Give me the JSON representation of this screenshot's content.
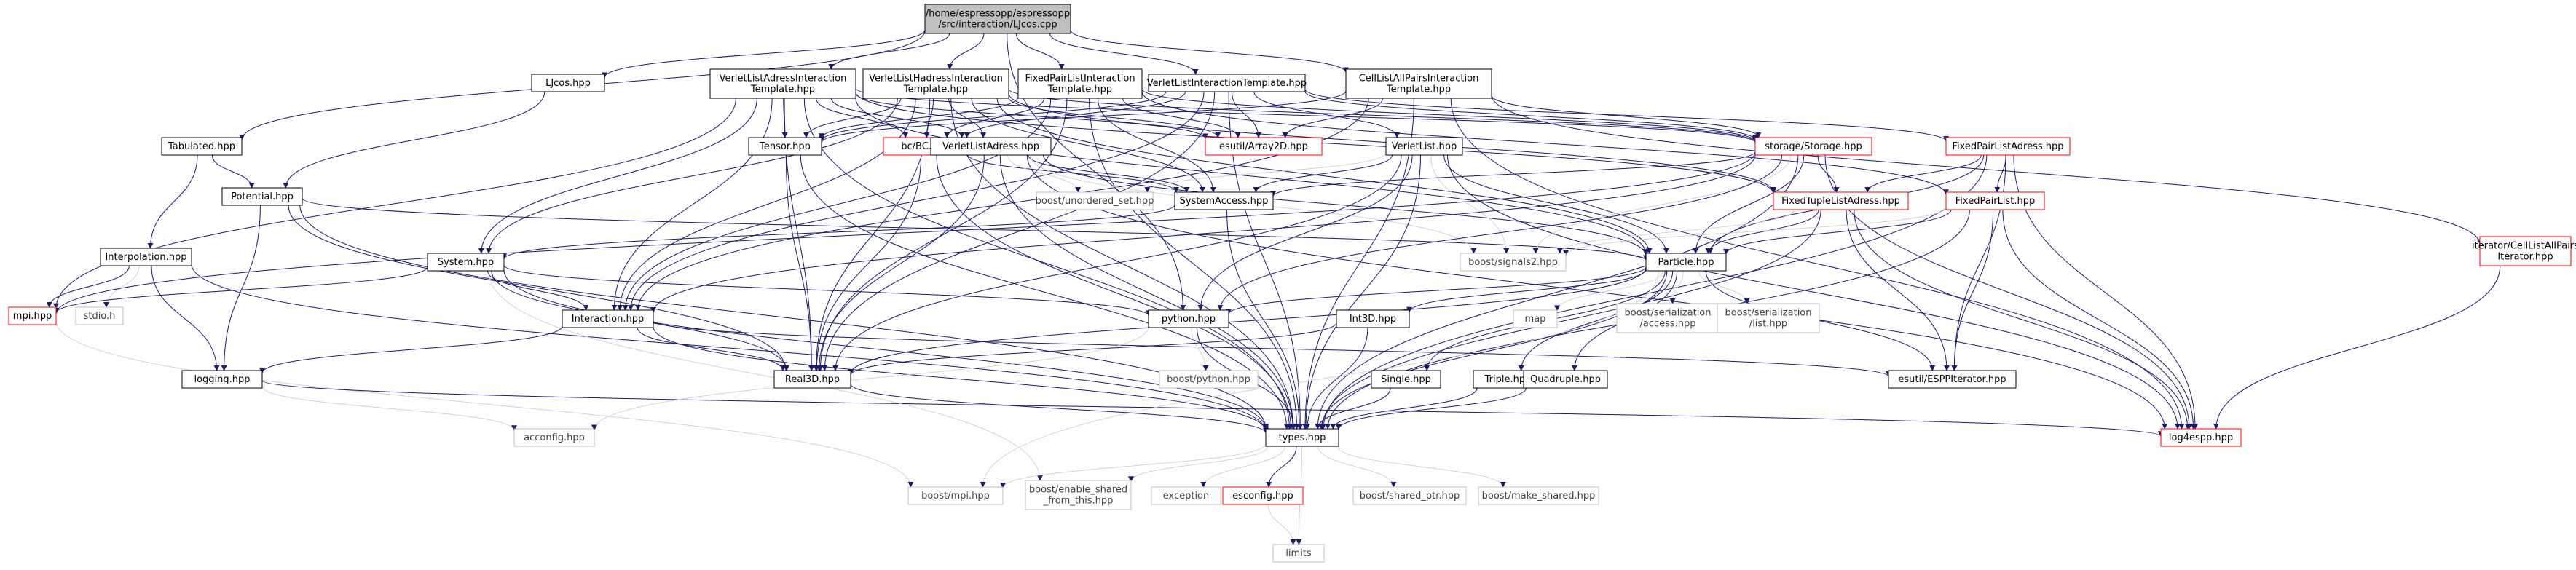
{
  "graph": {
    "colors": {
      "edge": "#191970",
      "edge_external": "#d3d3d3",
      "root_fill": "#bfbfbf",
      "node_border": "#000000",
      "node_border_truncated": "#ff0000",
      "node_border_external": "#bfbfbf",
      "text": "#000000",
      "text_external": "#404040"
    },
    "nodes": [
      {
        "id": "root",
        "lines": [
          "/home/espressopp/espressopp",
          "/src/interaction/LJcos.cpp"
        ],
        "kind": "root"
      },
      {
        "id": "ljcos",
        "lines": [
          "LJcos.hpp"
        ],
        "kind": "normal"
      },
      {
        "id": "vlait",
        "lines": [
          "VerletListAdressInteraction",
          "Template.hpp"
        ],
        "kind": "normal"
      },
      {
        "id": "vlhait",
        "lines": [
          "VerletListHadressInteraction",
          "Template.hpp"
        ],
        "kind": "normal"
      },
      {
        "id": "fplit",
        "lines": [
          "FixedPairListInteraction",
          "Template.hpp"
        ],
        "kind": "normal"
      },
      {
        "id": "vlit",
        "lines": [
          "VerletListInteractionTemplate.hpp"
        ],
        "kind": "normal"
      },
      {
        "id": "clapit",
        "lines": [
          "CellListAllPairsInteraction",
          "Template.hpp"
        ],
        "kind": "normal"
      },
      {
        "id": "tabulated",
        "lines": [
          "Tabulated.hpp"
        ],
        "kind": "normal"
      },
      {
        "id": "potential",
        "lines": [
          "Potential.hpp"
        ],
        "kind": "normal"
      },
      {
        "id": "interpolation",
        "lines": [
          "Interpolation.hpp"
        ],
        "kind": "normal"
      },
      {
        "id": "mpi",
        "lines": [
          "mpi.hpp"
        ],
        "kind": "truncated"
      },
      {
        "id": "stdio",
        "lines": [
          "stdio.h"
        ],
        "kind": "external"
      },
      {
        "id": "logging",
        "lines": [
          "logging.hpp"
        ],
        "kind": "normal"
      },
      {
        "id": "acconfig",
        "lines": [
          "acconfig.hpp"
        ],
        "kind": "external"
      },
      {
        "id": "boostmpi",
        "lines": [
          "boost/mpi.hpp"
        ],
        "kind": "external"
      },
      {
        "id": "tensor",
        "lines": [
          "Tensor.hpp"
        ],
        "kind": "normal"
      },
      {
        "id": "bc",
        "lines": [
          "bc/BC.hpp"
        ],
        "kind": "truncated"
      },
      {
        "id": "array2d",
        "lines": [
          "esutil/Array2D.hpp"
        ],
        "kind": "truncated"
      },
      {
        "id": "vladress",
        "lines": [
          "VerletListAdress.hpp"
        ],
        "kind": "normal"
      },
      {
        "id": "verletlist",
        "lines": [
          "VerletList.hpp"
        ],
        "kind": "normal"
      },
      {
        "id": "storage",
        "lines": [
          "storage/Storage.hpp"
        ],
        "kind": "truncated"
      },
      {
        "id": "fpladress",
        "lines": [
          "FixedPairListAdress.hpp"
        ],
        "kind": "truncated"
      },
      {
        "id": "iterator",
        "lines": [
          "iterator/CellListAllPairs",
          "Iterator.hpp"
        ],
        "kind": "truncated"
      },
      {
        "id": "unordered",
        "lines": [
          "boost/unordered_set.hpp"
        ],
        "kind": "external"
      },
      {
        "id": "sysaccess",
        "lines": [
          "SystemAccess.hpp"
        ],
        "kind": "normal"
      },
      {
        "id": "ftla",
        "lines": [
          "FixedTupleListAdress.hpp"
        ],
        "kind": "truncated"
      },
      {
        "id": "fpl",
        "lines": [
          "FixedPairList.hpp"
        ],
        "kind": "truncated"
      },
      {
        "id": "system",
        "lines": [
          "System.hpp"
        ],
        "kind": "normal"
      },
      {
        "id": "signals2",
        "lines": [
          "boost/signals2.hpp"
        ],
        "kind": "external"
      },
      {
        "id": "particle",
        "lines": [
          "Particle.hpp"
        ],
        "kind": "normal"
      },
      {
        "id": "interaction",
        "lines": [
          "Interaction.hpp"
        ],
        "kind": "normal"
      },
      {
        "id": "python",
        "lines": [
          "python.hpp"
        ],
        "kind": "normal"
      },
      {
        "id": "int3d",
        "lines": [
          "Int3D.hpp"
        ],
        "kind": "normal"
      },
      {
        "id": "map",
        "lines": [
          "map"
        ],
        "kind": "external"
      },
      {
        "id": "bsaccess",
        "lines": [
          "boost/serialization",
          "/access.hpp"
        ],
        "kind": "external"
      },
      {
        "id": "bslist",
        "lines": [
          "boost/serialization",
          "/list.hpp"
        ],
        "kind": "external"
      },
      {
        "id": "boostpython",
        "lines": [
          "boost/python.hpp"
        ],
        "kind": "external"
      },
      {
        "id": "real3d",
        "lines": [
          "Real3D.hpp"
        ],
        "kind": "normal"
      },
      {
        "id": "single",
        "lines": [
          "Single.hpp"
        ],
        "kind": "normal"
      },
      {
        "id": "triple",
        "lines": [
          "Triple.hpp"
        ],
        "kind": "normal"
      },
      {
        "id": "quadruple",
        "lines": [
          "Quadruple.hpp"
        ],
        "kind": "normal"
      },
      {
        "id": "esppiter",
        "lines": [
          "esutil/ESPPIterator.hpp"
        ],
        "kind": "normal"
      },
      {
        "id": "types",
        "lines": [
          "types.hpp"
        ],
        "kind": "normal"
      },
      {
        "id": "log4espp",
        "lines": [
          "log4espp.hpp"
        ],
        "kind": "truncated"
      },
      {
        "id": "enableshared",
        "lines": [
          "boost/enable_shared",
          "_from_this.hpp"
        ],
        "kind": "external"
      },
      {
        "id": "exception",
        "lines": [
          "exception"
        ],
        "kind": "external"
      },
      {
        "id": "esconfig",
        "lines": [
          "esconfig.hpp"
        ],
        "kind": "truncated"
      },
      {
        "id": "sharedptr",
        "lines": [
          "boost/shared_ptr.hpp"
        ],
        "kind": "external"
      },
      {
        "id": "makeshared",
        "lines": [
          "boost/make_shared.hpp"
        ],
        "kind": "external"
      },
      {
        "id": "limits",
        "lines": [
          "limits"
        ],
        "kind": "external"
      }
    ],
    "edges": [
      [
        "root",
        "ljcos"
      ],
      [
        "root",
        "vlait"
      ],
      [
        "root",
        "vlhait"
      ],
      [
        "root",
        "fplit"
      ],
      [
        "root",
        "vlit"
      ],
      [
        "root",
        "clapit"
      ],
      [
        "root",
        "tabulated"
      ],
      [
        "root",
        "python"
      ],
      [
        "ljcos",
        "potential"
      ],
      [
        "tabulated",
        "potential"
      ],
      [
        "tabulated",
        "interpolation"
      ],
      [
        "potential",
        "logging"
      ],
      [
        "potential",
        "types"
      ],
      [
        "potential",
        "real3d"
      ],
      [
        "potential",
        "particle"
      ],
      [
        "interpolation",
        "mpi"
      ],
      [
        "interpolation",
        "stdio"
      ],
      [
        "interpolation",
        "logging"
      ],
      [
        "interpolation",
        "types"
      ],
      [
        "mpi",
        "boostmpi"
      ],
      [
        "logging",
        "acconfig"
      ],
      [
        "logging",
        "log4espp"
      ],
      [
        "vlait",
        "mpi"
      ],
      [
        "vlait",
        "types"
      ],
      [
        "vlait",
        "interaction"
      ],
      [
        "vlait",
        "real3d"
      ],
      [
        "vlait",
        "tensor"
      ],
      [
        "vlait",
        "particle"
      ],
      [
        "vlait",
        "vladress"
      ],
      [
        "vlait",
        "ftla"
      ],
      [
        "vlait",
        "bc"
      ],
      [
        "vlait",
        "system"
      ],
      [
        "vlait",
        "storage"
      ],
      [
        "vlait",
        "array2d"
      ],
      [
        "vlhait",
        "types"
      ],
      [
        "vlhait",
        "interaction"
      ],
      [
        "vlhait",
        "real3d"
      ],
      [
        "vlhait",
        "tensor"
      ],
      [
        "vlhait",
        "particle"
      ],
      [
        "vlhait",
        "vladress"
      ],
      [
        "vlhait",
        "ftla"
      ],
      [
        "vlhait",
        "bc"
      ],
      [
        "vlhait",
        "system"
      ],
      [
        "vlhait",
        "storage"
      ],
      [
        "vlhait",
        "array2d"
      ],
      [
        "vlhait",
        "sysaccess"
      ],
      [
        "fplit",
        "tensor"
      ],
      [
        "fplit",
        "interaction"
      ],
      [
        "fplit",
        "real3d"
      ],
      [
        "fplit",
        "types"
      ],
      [
        "fplit",
        "bc"
      ],
      [
        "fplit",
        "array2d"
      ],
      [
        "fplit",
        "fpl"
      ],
      [
        "fplit",
        "sysaccess"
      ],
      [
        "fplit",
        "storage"
      ],
      [
        "vlit",
        "verletlist"
      ],
      [
        "vlit",
        "tensor"
      ],
      [
        "vlit",
        "interaction"
      ],
      [
        "vlit",
        "types"
      ],
      [
        "vlit",
        "array2d"
      ],
      [
        "vlit",
        "bc"
      ],
      [
        "vlit",
        "real3d"
      ],
      [
        "vlit",
        "storage"
      ],
      [
        "vlit",
        "fpladress"
      ],
      [
        "clapit",
        "iterator"
      ],
      [
        "clapit",
        "types"
      ],
      [
        "clapit",
        "interaction"
      ],
      [
        "clapit",
        "storage"
      ],
      [
        "clapit",
        "array2d"
      ],
      [
        "clapit",
        "tensor"
      ],
      [
        "clapit",
        "log4espp"
      ],
      [
        "tensor",
        "real3d"
      ],
      [
        "tensor",
        "types"
      ],
      [
        "bc",
        "sysaccess"
      ],
      [
        "bc",
        "real3d"
      ],
      [
        "bc",
        "types"
      ],
      [
        "vladress",
        "unordered"
      ],
      [
        "vladress",
        "sysaccess"
      ],
      [
        "vladress",
        "real3d"
      ],
      [
        "vladress",
        "particle"
      ],
      [
        "vladress",
        "types"
      ],
      [
        "vladress",
        "signals2"
      ],
      [
        "vladress",
        "log4espp"
      ],
      [
        "verletlist",
        "unordered"
      ],
      [
        "verletlist",
        "sysaccess"
      ],
      [
        "verletlist",
        "particle"
      ],
      [
        "verletlist",
        "signals2"
      ],
      [
        "verletlist",
        "python"
      ],
      [
        "verletlist",
        "types"
      ],
      [
        "verletlist",
        "log4espp"
      ],
      [
        "verletlist",
        "real3d"
      ],
      [
        "storage",
        "sysaccess"
      ],
      [
        "storage",
        "ftla"
      ],
      [
        "storage",
        "particle"
      ],
      [
        "storage",
        "signals2"
      ],
      [
        "storage",
        "types"
      ],
      [
        "storage",
        "mpi"
      ],
      [
        "storage",
        "python"
      ],
      [
        "storage",
        "log4espp"
      ],
      [
        "storage",
        "interaction"
      ],
      [
        "fpladress",
        "ftla"
      ],
      [
        "fpladress",
        "fpl"
      ],
      [
        "fpladress",
        "particle"
      ],
      [
        "fpladress",
        "esppiter"
      ],
      [
        "fpladress",
        "types"
      ],
      [
        "fpladress",
        "log4espp"
      ],
      [
        "iterator",
        "log4espp"
      ],
      [
        "sysaccess",
        "system"
      ],
      [
        "sysaccess",
        "types"
      ],
      [
        "ftla",
        "particle"
      ],
      [
        "ftla",
        "signals2"
      ],
      [
        "ftla",
        "esppiter"
      ],
      [
        "ftla",
        "log4espp"
      ],
      [
        "ftla",
        "types"
      ],
      [
        "fpl",
        "particle"
      ],
      [
        "fpl",
        "signals2"
      ],
      [
        "fpl",
        "esppiter"
      ],
      [
        "fpl",
        "types"
      ],
      [
        "fpl",
        "log4espp"
      ],
      [
        "system",
        "mpi"
      ],
      [
        "system",
        "interaction"
      ],
      [
        "system",
        "python"
      ],
      [
        "system",
        "types"
      ],
      [
        "system",
        "real3d"
      ],
      [
        "system",
        "enableshared"
      ],
      [
        "particle",
        "int3d"
      ],
      [
        "particle",
        "real3d"
      ],
      [
        "particle",
        "map"
      ],
      [
        "particle",
        "bsaccess"
      ],
      [
        "particle",
        "bslist"
      ],
      [
        "particle",
        "single"
      ],
      [
        "particle",
        "triple"
      ],
      [
        "particle",
        "quadruple"
      ],
      [
        "particle",
        "types"
      ],
      [
        "particle",
        "esppiter"
      ],
      [
        "particle",
        "python"
      ],
      [
        "particle",
        "boostmpi"
      ],
      [
        "interaction",
        "logging"
      ],
      [
        "interaction",
        "types"
      ],
      [
        "interaction",
        "esppiter"
      ],
      [
        "interaction",
        "real3d"
      ],
      [
        "python",
        "boostpython"
      ],
      [
        "python",
        "acconfig"
      ],
      [
        "python",
        "types"
      ],
      [
        "int3d",
        "real3d"
      ],
      [
        "int3d",
        "types"
      ],
      [
        "real3d",
        "types"
      ],
      [
        "single",
        "types"
      ],
      [
        "triple",
        "types"
      ],
      [
        "quadruple",
        "types"
      ],
      [
        "types",
        "boostmpi"
      ],
      [
        "types",
        "enableshared"
      ],
      [
        "types",
        "exception"
      ],
      [
        "types",
        "esconfig"
      ],
      [
        "types",
        "sharedptr"
      ],
      [
        "types",
        "makeshared"
      ],
      [
        "types",
        "limits"
      ],
      [
        "esconfig",
        "limits"
      ]
    ]
  }
}
